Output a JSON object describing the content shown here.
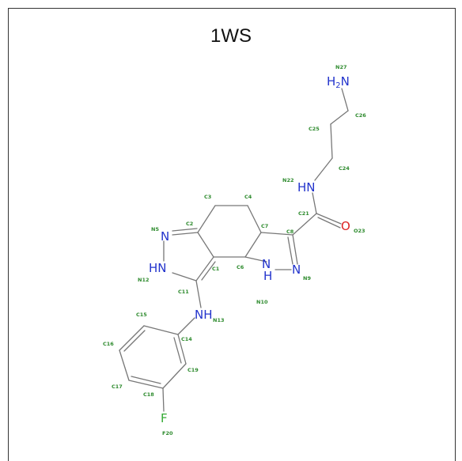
{
  "title": "1WS",
  "colors": {
    "bond": "#777777",
    "nitrogen": "#2233cc",
    "oxygen": "#dd2222",
    "fluorine": "#33aa33",
    "atom_label": "#2e8b2e"
  },
  "atoms": {
    "N27": {
      "label": "N27",
      "symbol": "H2N"
    },
    "C26": {
      "label": "C26"
    },
    "C25": {
      "label": "C25"
    },
    "C24": {
      "label": "C24"
    },
    "N22": {
      "label": "N22",
      "symbol": "HN"
    },
    "C21": {
      "label": "C21"
    },
    "O23": {
      "label": "O23",
      "symbol": "O"
    },
    "C8": {
      "label": "C8"
    },
    "N9": {
      "label": "N9",
      "symbol": "N"
    },
    "N10": {
      "label": "N10",
      "symbol": "NH"
    },
    "C7": {
      "label": "C7"
    },
    "C6": {
      "label": "C6"
    },
    "C4": {
      "label": "C4"
    },
    "C3": {
      "label": "C3"
    },
    "C2": {
      "label": "C2"
    },
    "C1": {
      "label": "C1"
    },
    "N5": {
      "label": "N5",
      "symbol": "N"
    },
    "N12": {
      "label": "N12",
      "symbol": "HN"
    },
    "C11": {
      "label": "C11"
    },
    "N13": {
      "label": "N13",
      "symbol": "NH"
    },
    "C14": {
      "label": "C14"
    },
    "C15": {
      "label": "C15"
    },
    "C16": {
      "label": "C16"
    },
    "C17": {
      "label": "C17"
    },
    "C18": {
      "label": "C18"
    },
    "C19": {
      "label": "C19"
    },
    "F20": {
      "label": "F20",
      "symbol": "F"
    }
  }
}
